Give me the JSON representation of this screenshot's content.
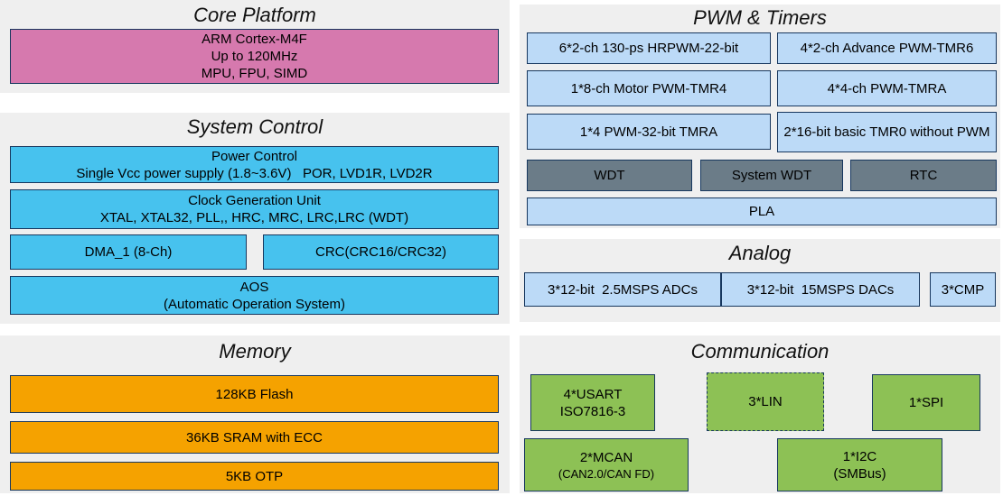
{
  "colors": {
    "panel_bg": "#efefef",
    "border": "#17375e",
    "pink": "#d679ae",
    "cyan": "#47c2ee",
    "orange": "#f5a200",
    "light_blue": "#bcdaf7",
    "slate_gray": "#6b7c88",
    "green": "#8dc155"
  },
  "core_platform": {
    "title": "Core Platform",
    "cpu": {
      "line1": "ARM Cortex-M4F",
      "line2": "Up to 120MHz",
      "line3": "MPU, FPU, SIMD"
    }
  },
  "system_control": {
    "title": "System Control",
    "power": {
      "line1": "Power Control",
      "line2": "Single Vcc power supply (1.8~3.6V)   POR, LVD1R, LVD2R"
    },
    "clock": {
      "line1": "Clock Generation Unit",
      "line2": "XTAL, XTAL32, PLL,, HRC, MRC, LRC,LRC (WDT)"
    },
    "dma": {
      "label": "DMA_1 (8-Ch)"
    },
    "crc": {
      "label": "CRC(CRC16/CRC32)"
    },
    "aos": {
      "line1": "AOS",
      "line2": "(Automatic Operation System)"
    }
  },
  "memory": {
    "title": "Memory",
    "flash": {
      "label": "128KB Flash"
    },
    "sram": {
      "label": "36KB SRAM with ECC"
    },
    "otp": {
      "label": "5KB OTP"
    }
  },
  "pwm_timers": {
    "title": "PWM & Timers",
    "hrpwm": {
      "label": "6*2-ch 130-ps HRPWM-22-bit"
    },
    "adv_pwm": {
      "label": "4*2-ch Advance PWM-TMR6"
    },
    "motor_pwm": {
      "label": "1*8-ch Motor PWM-TMR4"
    },
    "pwm_tmra": {
      "label": "4*4-ch PWM-TMRA"
    },
    "pwm32_tmra": {
      "label": "1*4 PWM-32-bit TMRA"
    },
    "basic_tmr0": {
      "label": "2*16-bit basic TMR0 without PWM"
    },
    "wdt": {
      "label": "WDT"
    },
    "system_wdt": {
      "label": "System WDT"
    },
    "rtc": {
      "label": "RTC"
    },
    "pla": {
      "label": "PLA"
    }
  },
  "analog": {
    "title": "Analog",
    "adc": {
      "label": "3*12-bit  2.5MSPS ADCs"
    },
    "dac": {
      "label": "3*12-bit  15MSPS DACs"
    },
    "cmp": {
      "label": "3*CMP"
    }
  },
  "communication": {
    "title": "Communication",
    "usart": {
      "line1": "4*USART",
      "line2": "ISO7816-3"
    },
    "lin": {
      "label": "3*LIN"
    },
    "spi": {
      "label": "1*SPI"
    },
    "mcan": {
      "line1": "2*MCAN",
      "line2": "(CAN2.0/CAN FD)"
    },
    "i2c": {
      "line1": "1*I2C",
      "line2": "(SMBus)"
    }
  }
}
